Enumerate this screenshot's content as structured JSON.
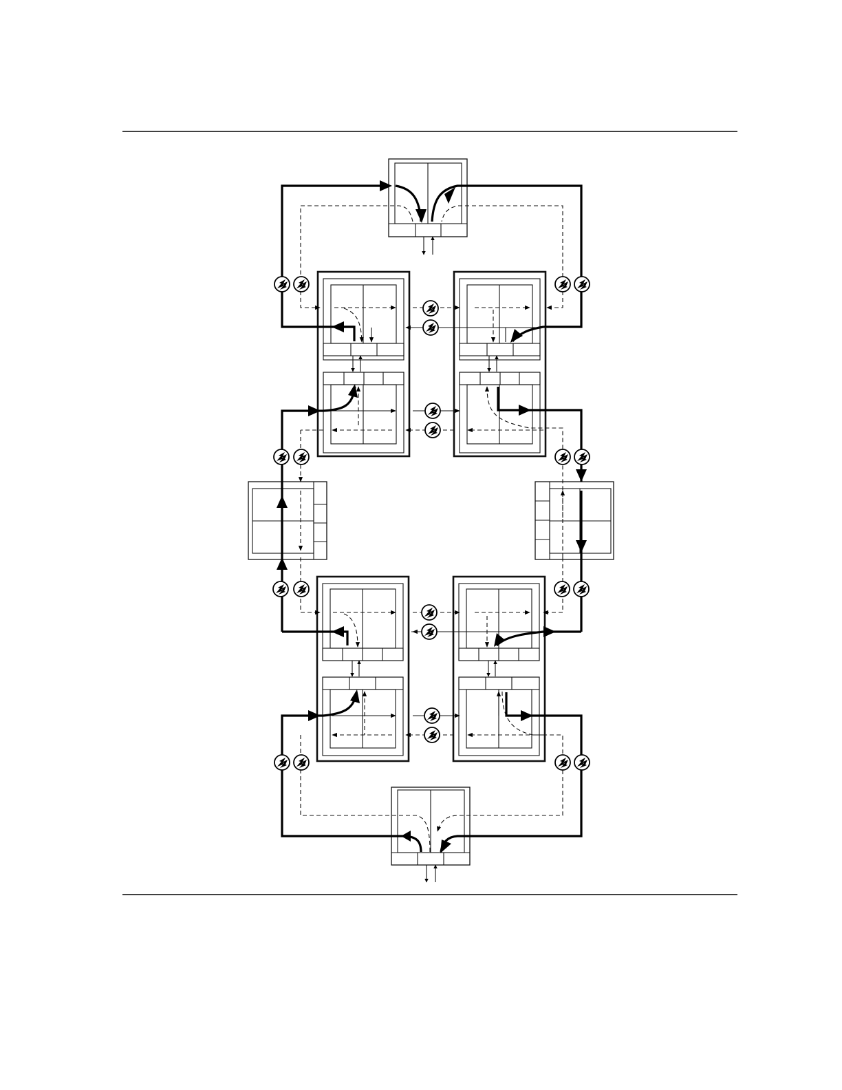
{
  "figure": {
    "title": "",
    "text_labels": [],
    "colors": {
      "line": "#000000",
      "background": "#ffffff"
    },
    "node_groups": [
      {
        "id": "top-node",
        "kind": "single-card"
      },
      {
        "id": "upper-left-shelf",
        "kind": "dual-card-shelf"
      },
      {
        "id": "upper-right-shelf",
        "kind": "dual-card-shelf"
      },
      {
        "id": "middle-left-node",
        "kind": "single-card"
      },
      {
        "id": "middle-right-node",
        "kind": "single-card"
      },
      {
        "id": "lower-left-shelf",
        "kind": "dual-card-shelf"
      },
      {
        "id": "lower-right-shelf",
        "kind": "dual-card-shelf"
      },
      {
        "id": "bottom-node",
        "kind": "single-card"
      }
    ],
    "link_styles": {
      "working": "solid-bold",
      "protection": "dashed",
      "span_connector_icon": "fiber-connector-icon"
    }
  }
}
